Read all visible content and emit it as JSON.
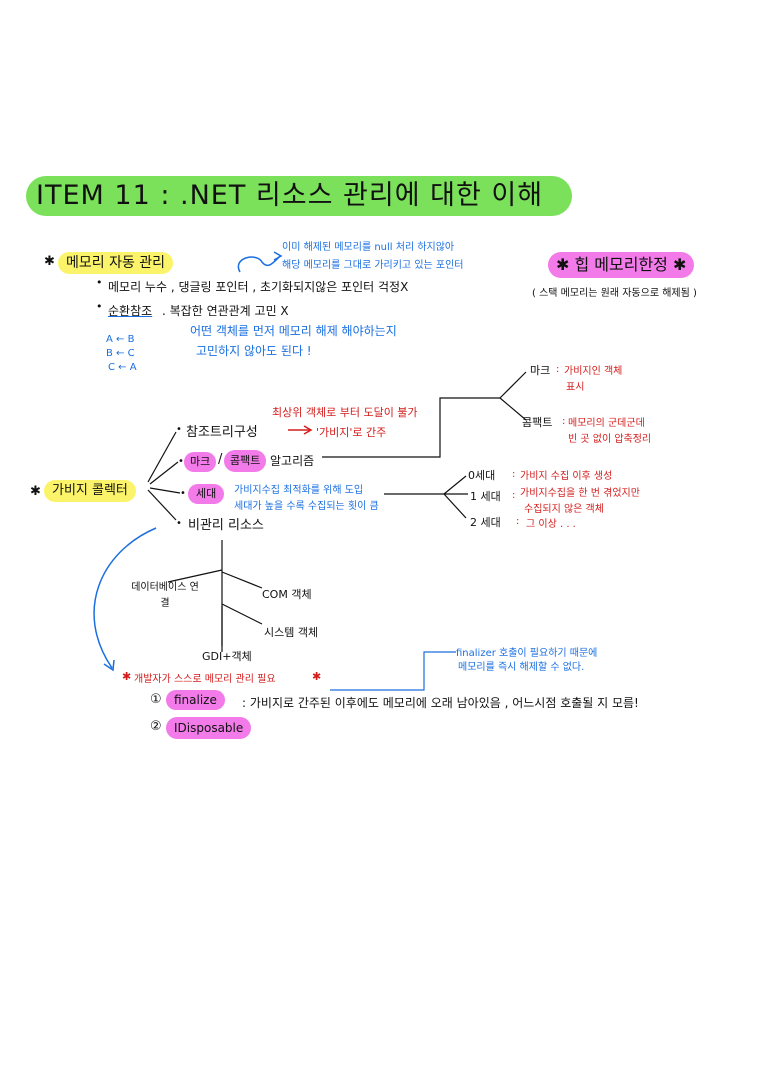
{
  "title": "ITEM 11 : .NET 리소스 관리에 대한 이해",
  "memory_auto": {
    "heading": "메모리 자동 관리",
    "note_line1": "이미 해제된 메모리를 null 처리 하지않아",
    "note_line2": "해당 메모리를 그대로 가리키고 있는 포인터",
    "bullet1": "메모리 누수 , 댕글링 포인터 , 초기화되지않은 포인터 걱정X",
    "bullet2_label": "순환참조",
    "bullet2_rest": ". 복잡한 연관관계 고민 X",
    "cycle": [
      "A ← B",
      "B ← C",
      "C ← A"
    ],
    "cycle_note_line1": "어떤 객체를 먼저 메모리 해제 해야하는지",
    "cycle_note_line2": "고민하지 않아도 된다 !"
  },
  "heap": {
    "heading": "힙 메모리한정",
    "note": "( 스택 메모리는 원래 자동으로 해제됨 )"
  },
  "gc": {
    "label": "가비지 콜렉터",
    "branch1": "참조트리구성",
    "branch1_note": "최상위 객체로 부터 도달이 불가",
    "branch1_result": "'가비지'로 간주",
    "branch2_mark": "마크",
    "branch2_sep": "/",
    "branch2_compact": "콤팩트",
    "branch2_rest": "알고리즘",
    "mark_label": "마크",
    "mark_desc_line1": "가비지인 객체",
    "mark_desc_line2": "표시",
    "compact_label": "콤팩트",
    "compact_desc_line1": "메모리의 군데군데",
    "compact_desc_line2": "빈 곳 없이 압축정리",
    "branch3": "세대",
    "branch3_note_line1": "가비지수집 최적화를 위해 도입",
    "branch3_note_line2": "세대가 높을 수록 수집되는 횟이 큼",
    "gen0_label": "0세대",
    "gen0_desc": "가비지 수집 이후 생성",
    "gen1_label": "1 세대",
    "gen1_desc_line1": "가비지수집을 한 번 겪었지만",
    "gen1_desc_line2": "수집되지 않은 객체",
    "gen2_label": "2 세대",
    "gen2_desc": "그 이상 . . .",
    "branch4": "비관리 리소스",
    "unmanaged": [
      "데이터베이스 연결",
      "COM 객체",
      "시스템 객체",
      "GDI+객체"
    ]
  },
  "developer": {
    "heading": "개발자가 스스로 메모리 관리 필요",
    "item1_num": "①",
    "item1_label": "finalize",
    "item1_desc": ": 가비지로 간주된 이후에도 메모리에 오래 남아있음 , 어느시점 호출될 지 모름!",
    "item1_note_line1": "finalizer 호출이 필요하기 때문에",
    "item1_note_line2": "메모리를 즉시 해제할 수 없다.",
    "item2_num": "②",
    "item2_label": "IDisposable"
  },
  "colors": {
    "green": "#7be05a",
    "yellow": "#fbf46a",
    "pink": "#f27ae9",
    "blue": "#1b6fe0",
    "red": "#d41d1d"
  }
}
